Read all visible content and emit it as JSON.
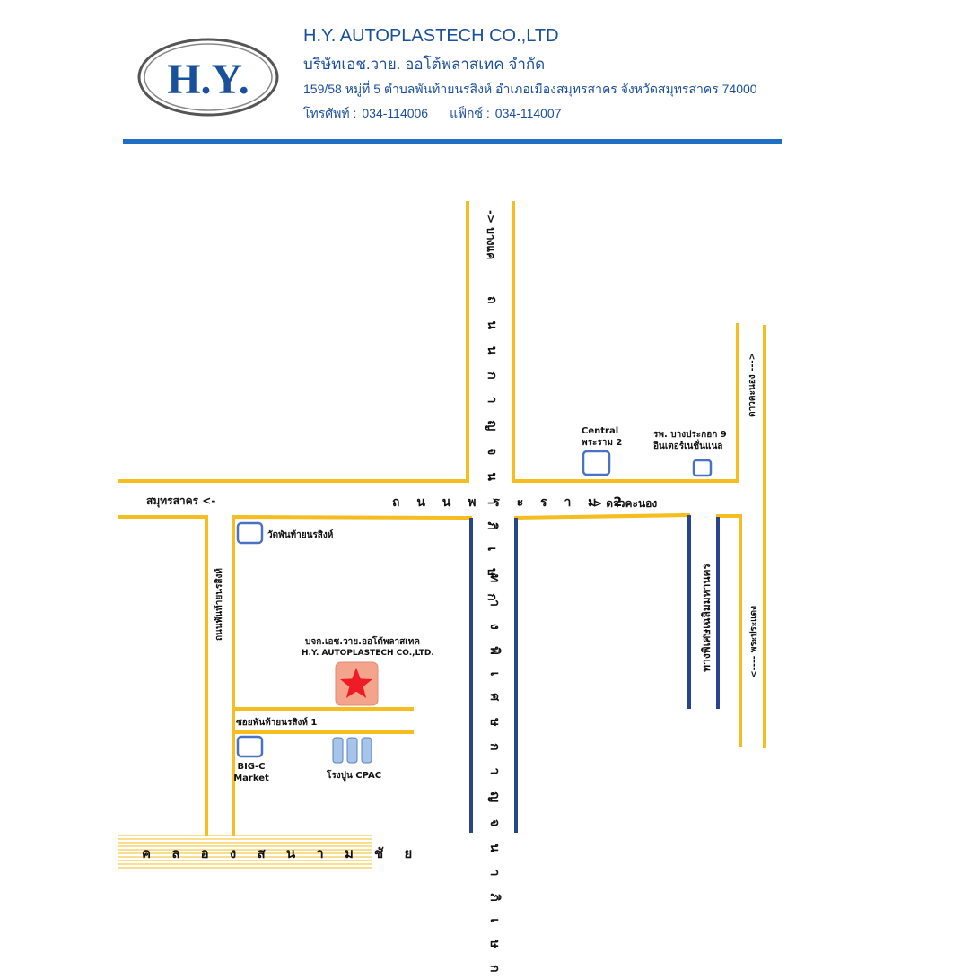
{
  "header": {
    "logo_text": "H.Y.",
    "company_en": "H.Y. AUTOPLASTECH CO.,LTD",
    "company_th": "บริษัทเอช.วาย. ออโต้พลาสเทค  จำกัด",
    "address": "159/58 หมู่ที่ 5  ตำบลพันท้ายนรสิงห์ อำเภอเมืองสมุทรสาคร จังหวัดสมุทรสาคร 74000",
    "phone_label": "โทรศัพท์ :",
    "phone": "034-114006",
    "fax_label": "แฟ็กซ์ :",
    "fax": "034-114007"
  },
  "colors": {
    "brand_blue": "#1a4f9c",
    "header_rule": "#1f6fc4",
    "road_yellow": "#f5bd1f",
    "expressway_navy": "#27448c",
    "landmark_outline": "#4a72c4",
    "star_red": "#ee1c25",
    "star_box": "#f4a48c"
  },
  "map": {
    "road_rama2": "ถ น น พ ร ะ ร า ม  2",
    "to_samut_sakhon": "สมุทรสาคร <-",
    "to_dao_khanong_rama2": "–>  ดาวคะนอง",
    "kanchanaphisek_north": "ถ น น ก า ญ จ น า ภิ เ ษ ก",
    "to_bang_khae": "->  บางแค",
    "kanchanaphisek_south": "ท า ง พิ เ ศ ษ ก า ญ จ น า ภิ เ ษ ก",
    "tha_phan_road": "ถนนพันท้ายนรสิงห์",
    "soi_1": "ซอยพันท้ายนรสิงห์ 1",
    "to_dao_khanong_east": "ดาวคะนอง  --->",
    "chalerm_expressway": "ทางพิเศษเฉลิมมหานคร",
    "to_phra_pradaeng": "<----  พระประแดง",
    "canal": "ค ล อ ง ส น า ม ชั ย"
  },
  "landmarks": {
    "central_line1": "Central",
    "central_line2": "พระราม 2",
    "hospital_line1": "รพ. บางประกอก 9",
    "hospital_line2": "อินเตอร์เนชั่นแนล",
    "temple": "วัดพันท้ายนรสิงห์",
    "company_th": "บจก.เอช.วาย.ออโต้พลาสเทค",
    "company_en": "H.Y. AUTOPLASTECH CO.,LTD.",
    "bigc_line1": "BIG-C",
    "bigc_line2": "Market",
    "cpac": "โรงปูน CPAC"
  }
}
